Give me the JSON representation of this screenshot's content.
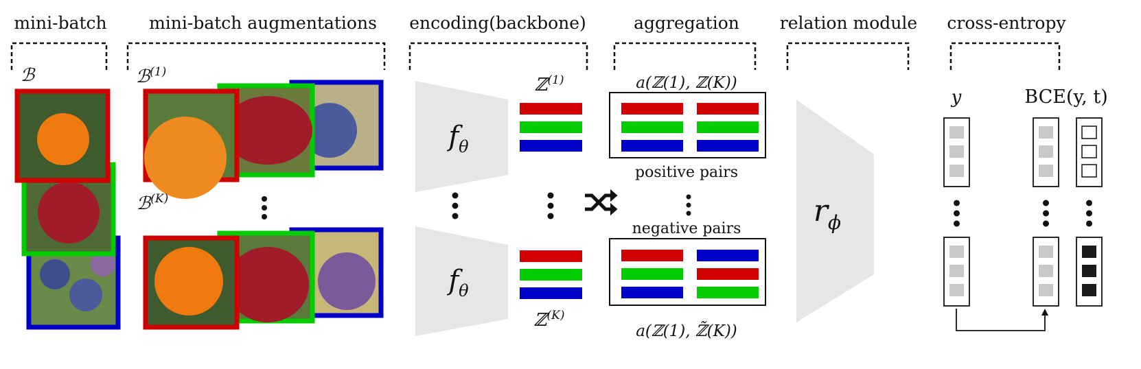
{
  "stages": {
    "mini_batch": "mini-batch",
    "augmentations": "mini-batch augmentations",
    "encoding": "encoding(backbone)",
    "aggregation": "aggregation",
    "relation": "relation module",
    "cross_entropy": "cross-entropy"
  },
  "math": {
    "batch": "ℬ",
    "batch_1_sup": "(1)",
    "batch_k_sup": "(K)",
    "encoder": "f",
    "encoder_sub": "θ",
    "z": "ℤ",
    "z_1_sup": "(1)",
    "z_k_sup": "(K)",
    "agg_pos": "a(ℤ(1), ℤ(K))",
    "agg_neg": "a(ℤ(1), ℤ̃(K))",
    "relation": "r",
    "relation_sub": "ϕ",
    "y": "y",
    "bce": "BCE(y, t)"
  },
  "labels": {
    "positive_pairs": "positive pairs",
    "negative_pairs": "negative pairs"
  },
  "colors": {
    "red": "#d00000",
    "green": "#00cc00",
    "blue": "#0000c8",
    "gray": "#e6e6e6",
    "cell": "#c8c8c8",
    "dark": "#1a1a1a"
  },
  "icons": {
    "shuffle": "shuffle-icon"
  }
}
